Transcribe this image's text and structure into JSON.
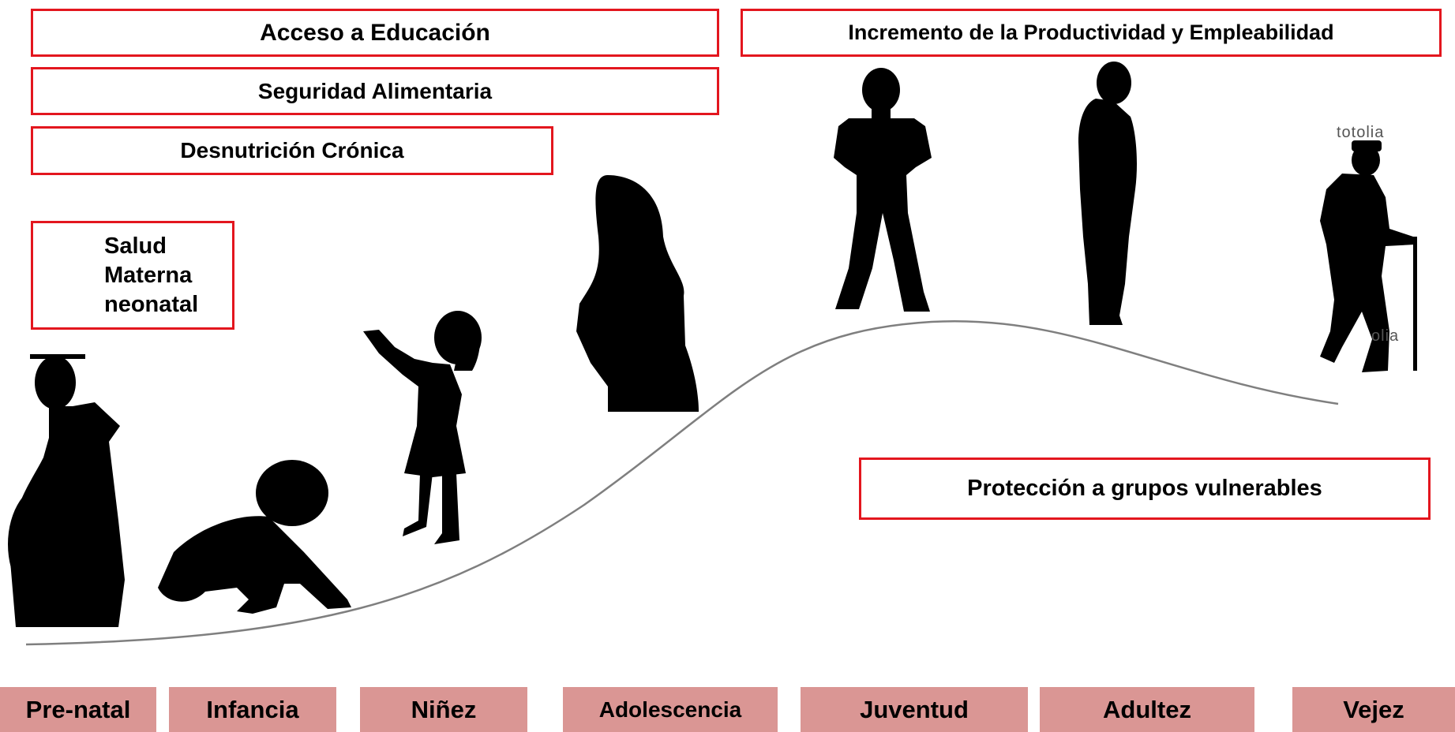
{
  "interventions": {
    "educacion": "Acceso a Educación",
    "productividad": "Incremento de la Productividad y Empleabilidad",
    "seguridad": "Seguridad Alimentaria",
    "desnutricion": "Desnutrición Crónica",
    "salud_lines": [
      "Salud",
      "Materna",
      "neonatal"
    ],
    "proteccion": "Protección a grupos vulnerables"
  },
  "stages": [
    "Pre-natal",
    "Infancia",
    "Niñez",
    "Adolescencia",
    "Juventud",
    "Adultez",
    "Vejez"
  ],
  "watermarks": [
    "totolia",
    "olia"
  ],
  "colors": {
    "box_border": "#e3161e",
    "stage_fill": "#da9694",
    "silhouette": "#000000",
    "curve": "#7f7f7f"
  }
}
